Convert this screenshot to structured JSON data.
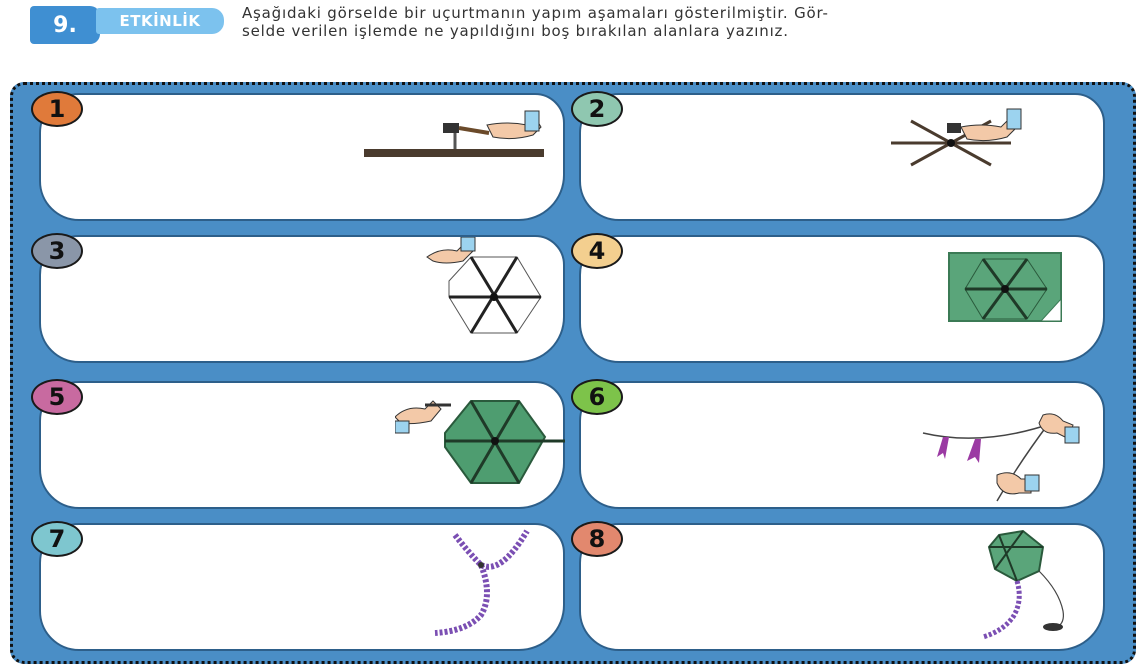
{
  "header": {
    "number": "9.",
    "tag": "ETKİNLİK",
    "instruction_line1": "Aşağıdaki görselde bir uçurtmanın yapım aşamaları gösterilmiştir. Gör-",
    "instruction_line2": "selde verilen işlemde ne yapıldığını boş bırakılan alanlara yazınız."
  },
  "steps": [
    {
      "number": "1",
      "color": "#e07a3a",
      "illustration": "hammer-nailing-stick-icon"
    },
    {
      "number": "2",
      "color": "#8fc7b0",
      "illustration": "crossed-sticks-hammer-icon"
    },
    {
      "number": "3",
      "color": "#8a96a8",
      "illustration": "hexagon-frame-string-icon"
    },
    {
      "number": "4",
      "color": "#f3cf8f",
      "illustration": "frame-on-green-paper-icon"
    },
    {
      "number": "5",
      "color": "#c86aa0",
      "illustration": "gluing-hexagon-kite-icon"
    },
    {
      "number": "6",
      "color": "#7dc34a",
      "illustration": "tying-tassels-string-icon"
    },
    {
      "number": "7",
      "color": "#7ec6cf",
      "illustration": "kite-tail-icon"
    },
    {
      "number": "8",
      "color": "#e2886e",
      "illustration": "finished-kite-icon"
    }
  ]
}
